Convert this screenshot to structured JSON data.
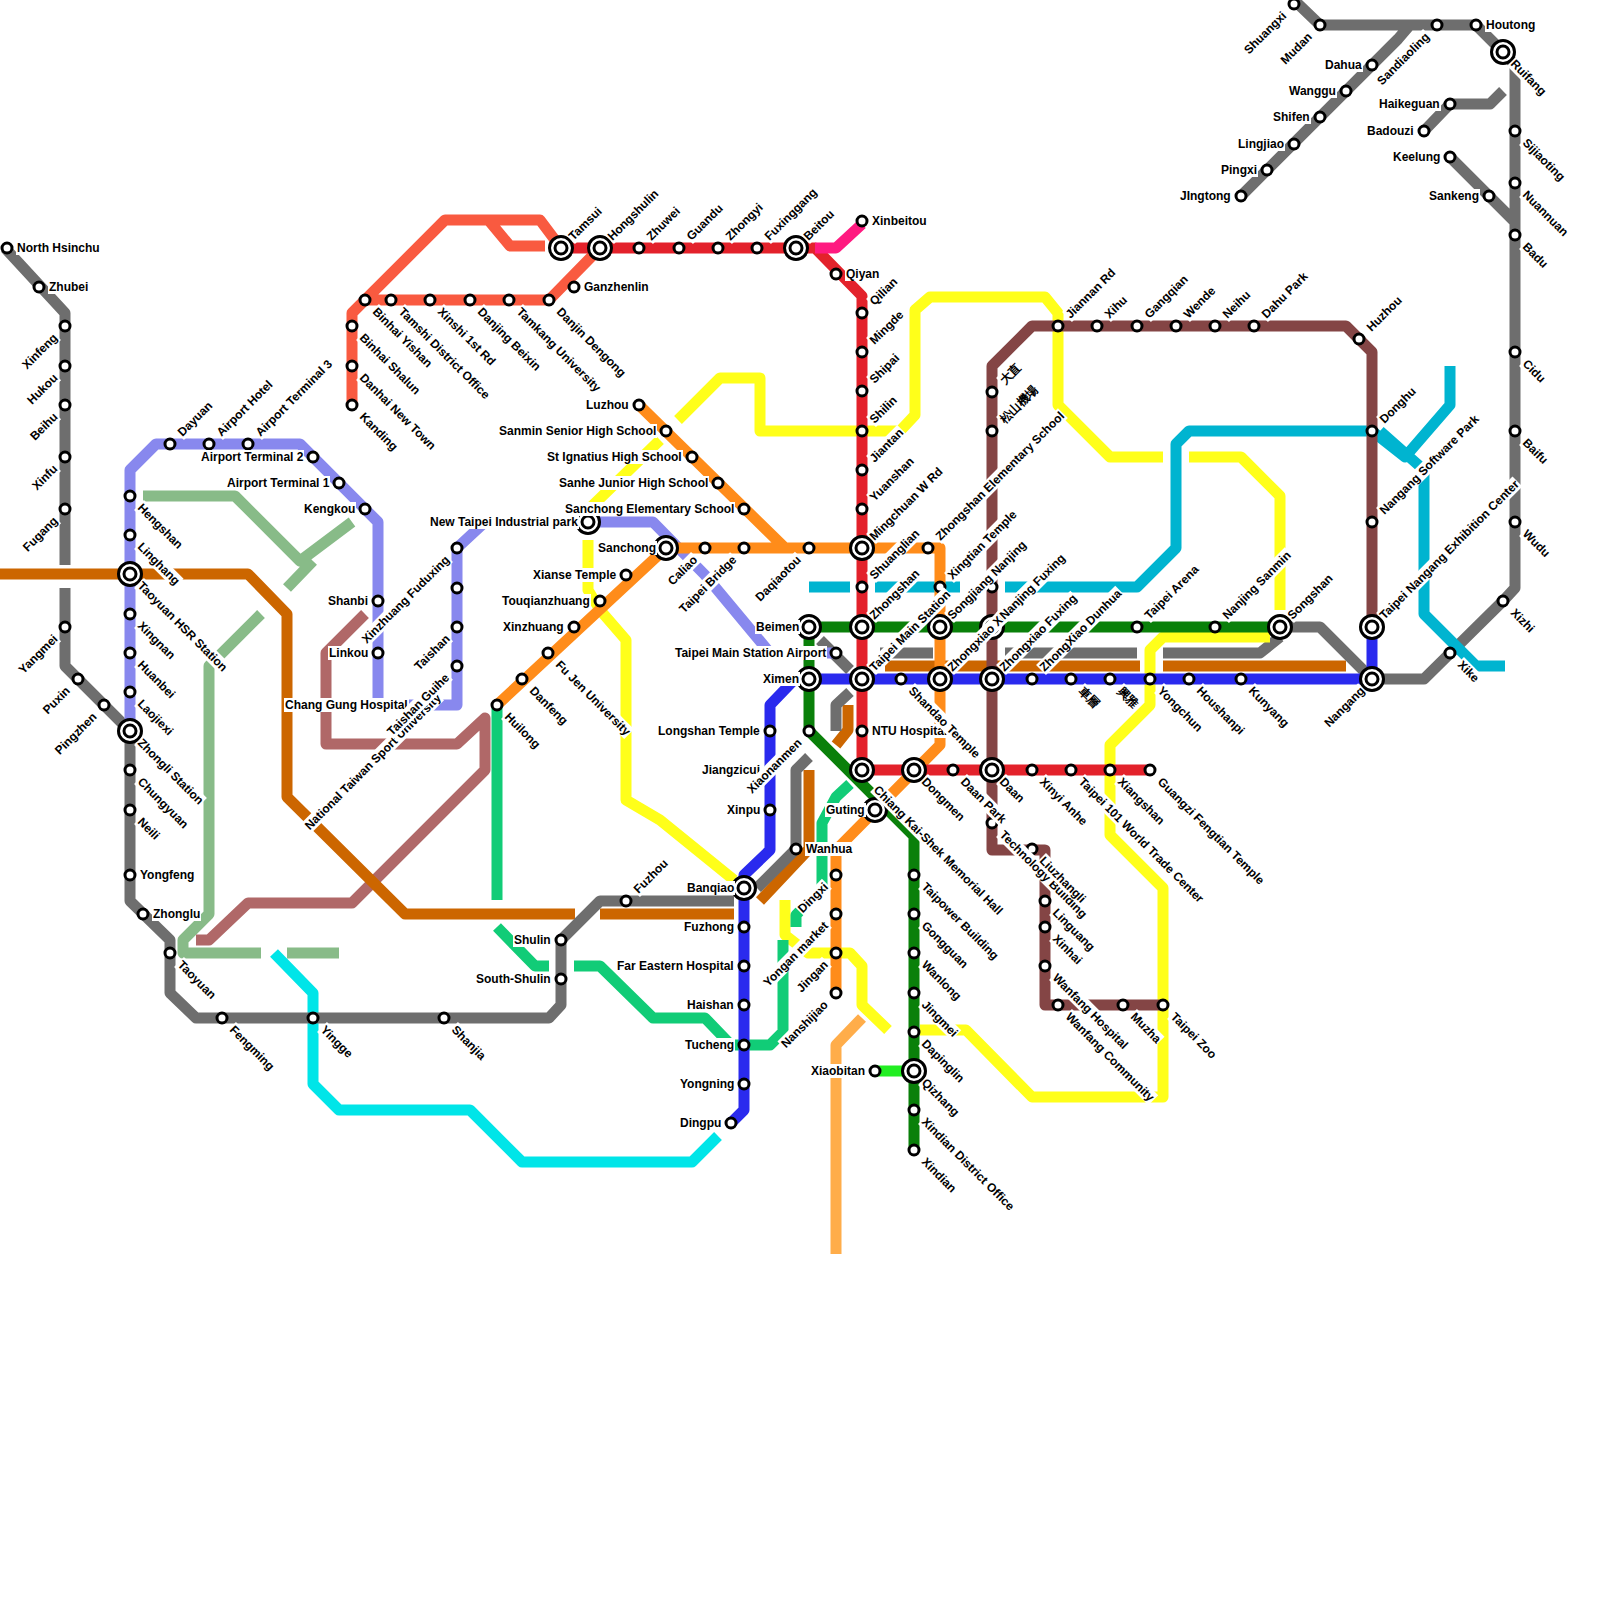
{
  "diagram": {
    "labels": [
      "Tamsui",
      "Hongshulin",
      "Zhuwei",
      "Guandu",
      "Zhongyi",
      "Fuxinggang",
      "Beitou",
      "Xinbeitou",
      "Qiyan",
      "Qilian",
      "Mingde",
      "Shipai",
      "Shilin",
      "Jiantan",
      "Yuanshan",
      "Mingchuan W Rd",
      "Shuanglian",
      "Zhongshan",
      "Taipei Main Station",
      "NTU Hospital",
      "Chiang Kai-Shek Memorial Hall",
      "Guting",
      "Dongmen",
      "Daan Park",
      "Daan",
      "Xinyi Anhe",
      "Taipei 101  World Trade Center",
      "Xiangshan",
      "Guangzi Fengtian Temple",
      "Binhai Yishan",
      "Tamshi District Office",
      "Xinshi 1st Rd",
      "Danjing Beixin",
      "Tamkang University",
      "Danjin Dengong",
      "Ganzhenlin",
      "Binhai Shalun",
      "Danhai New Town",
      "Kanding",
      "Luzhou",
      "Sanmin Senior High School",
      "St Ignatius High School",
      "Sanhe Junior High School",
      "Sanchong Elementary School",
      "Taipei Bridge",
      "Caliao",
      "Sanchong",
      "Daqiaotou",
      "Zhongshan Elementary School",
      "Xingtian Temple",
      "Songjiang Nanjing",
      "Zhongxiao Xinsheng",
      "Dingxi",
      "Yongan market",
      "Jingan",
      "Nanshijiao",
      "Xianse Temple",
      "Touqianzhuang",
      "Xinzhuang",
      "Fu Jen University",
      "Danfeng",
      "Huilong",
      "Taipei Nangang Exhibition Center",
      "Nangang",
      "Kunyang",
      "Houshanpi",
      "Yongchun",
      "興雅",
      "車層",
      "ZhongXiao Dunhua",
      "Zhongxiao Fuxing",
      "Shandao Temple",
      "Ximen",
      "Longshan Temple",
      "Jiangzicui",
      "Xinpu",
      "Banqiao",
      "Fuzhong",
      "Far Eastern Hospital",
      "Haishan",
      "Tucheng",
      "Yongning",
      "Dingpu",
      "Beimen",
      "Taipei Main Station Airport",
      "Songshan",
      "Nanjing Sanmin",
      "Taipei Arena",
      "Nanjing Fuxing",
      "Xiaonanmen",
      "Taipower Building",
      "Gongguan",
      "Wanlong",
      "Jingmei",
      "Dapinglin",
      "Qizhang",
      "Xindian District Office",
      "Xindian",
      "Xiaobitan",
      "Huzhou",
      "Dahu Park",
      "Neihu",
      "Wende",
      "Gangqian",
      "Xihu",
      "Jiannan Rd",
      "大直",
      "松山機場",
      "Technology Building",
      "Liuzhangli",
      "Linguang",
      "Xinhai",
      "Wanfang Hospital",
      "Wanfang Community",
      "Muzha",
      "Taipei Zoo",
      "Donghu",
      "Nangang Software Park",
      "Dayuan",
      "Airport Hotel",
      "Airport Terminal 3",
      "Airport Terminal 2",
      "Airport Terminal 1",
      "Kengkou",
      "Shanbi",
      "Linkou",
      "Chang Gung Hospital",
      "National Taiwan Sport University",
      "Taishan Guihe",
      "Taishan",
      "Xinzhuang Fuduxing",
      "New Taipei Industrial park",
      "Hengshan",
      "Linghang",
      "Taoyuan HSR Station",
      "Xingnan",
      "Huanbei",
      "Laojiexi",
      "Zhongli Station",
      "North Hsinchu",
      "Zhubei",
      "Xinfeng",
      "Hukou",
      "Beihu",
      "Xinfu",
      "Fugang",
      "Yangmei",
      "Puxin",
      "Pingzhen",
      "Chungyuan",
      "Neili",
      "Yongfeng",
      "Zhonglu",
      "Taoyuan",
      "Fengming",
      "Yingge",
      "Shanjia",
      "Shulin",
      "South-Shulin",
      "Fuzhou",
      "Wanhua",
      "Xike",
      "Xizhi",
      "Wudu",
      "Baifu",
      "Cidu",
      "Badu",
      "Nuannuan",
      "Sijiaoting",
      "Ruifang",
      "Houtong",
      "Sandiaoling",
      "Mudan",
      "Shuangxi",
      "Dahua",
      "Wanggu",
      "Shifen",
      "Lingjiao",
      "Pingxi",
      "JIngtong",
      "Haikeguan",
      "Badouzi",
      "Keelung",
      "Sankeng"
    ]
  }
}
